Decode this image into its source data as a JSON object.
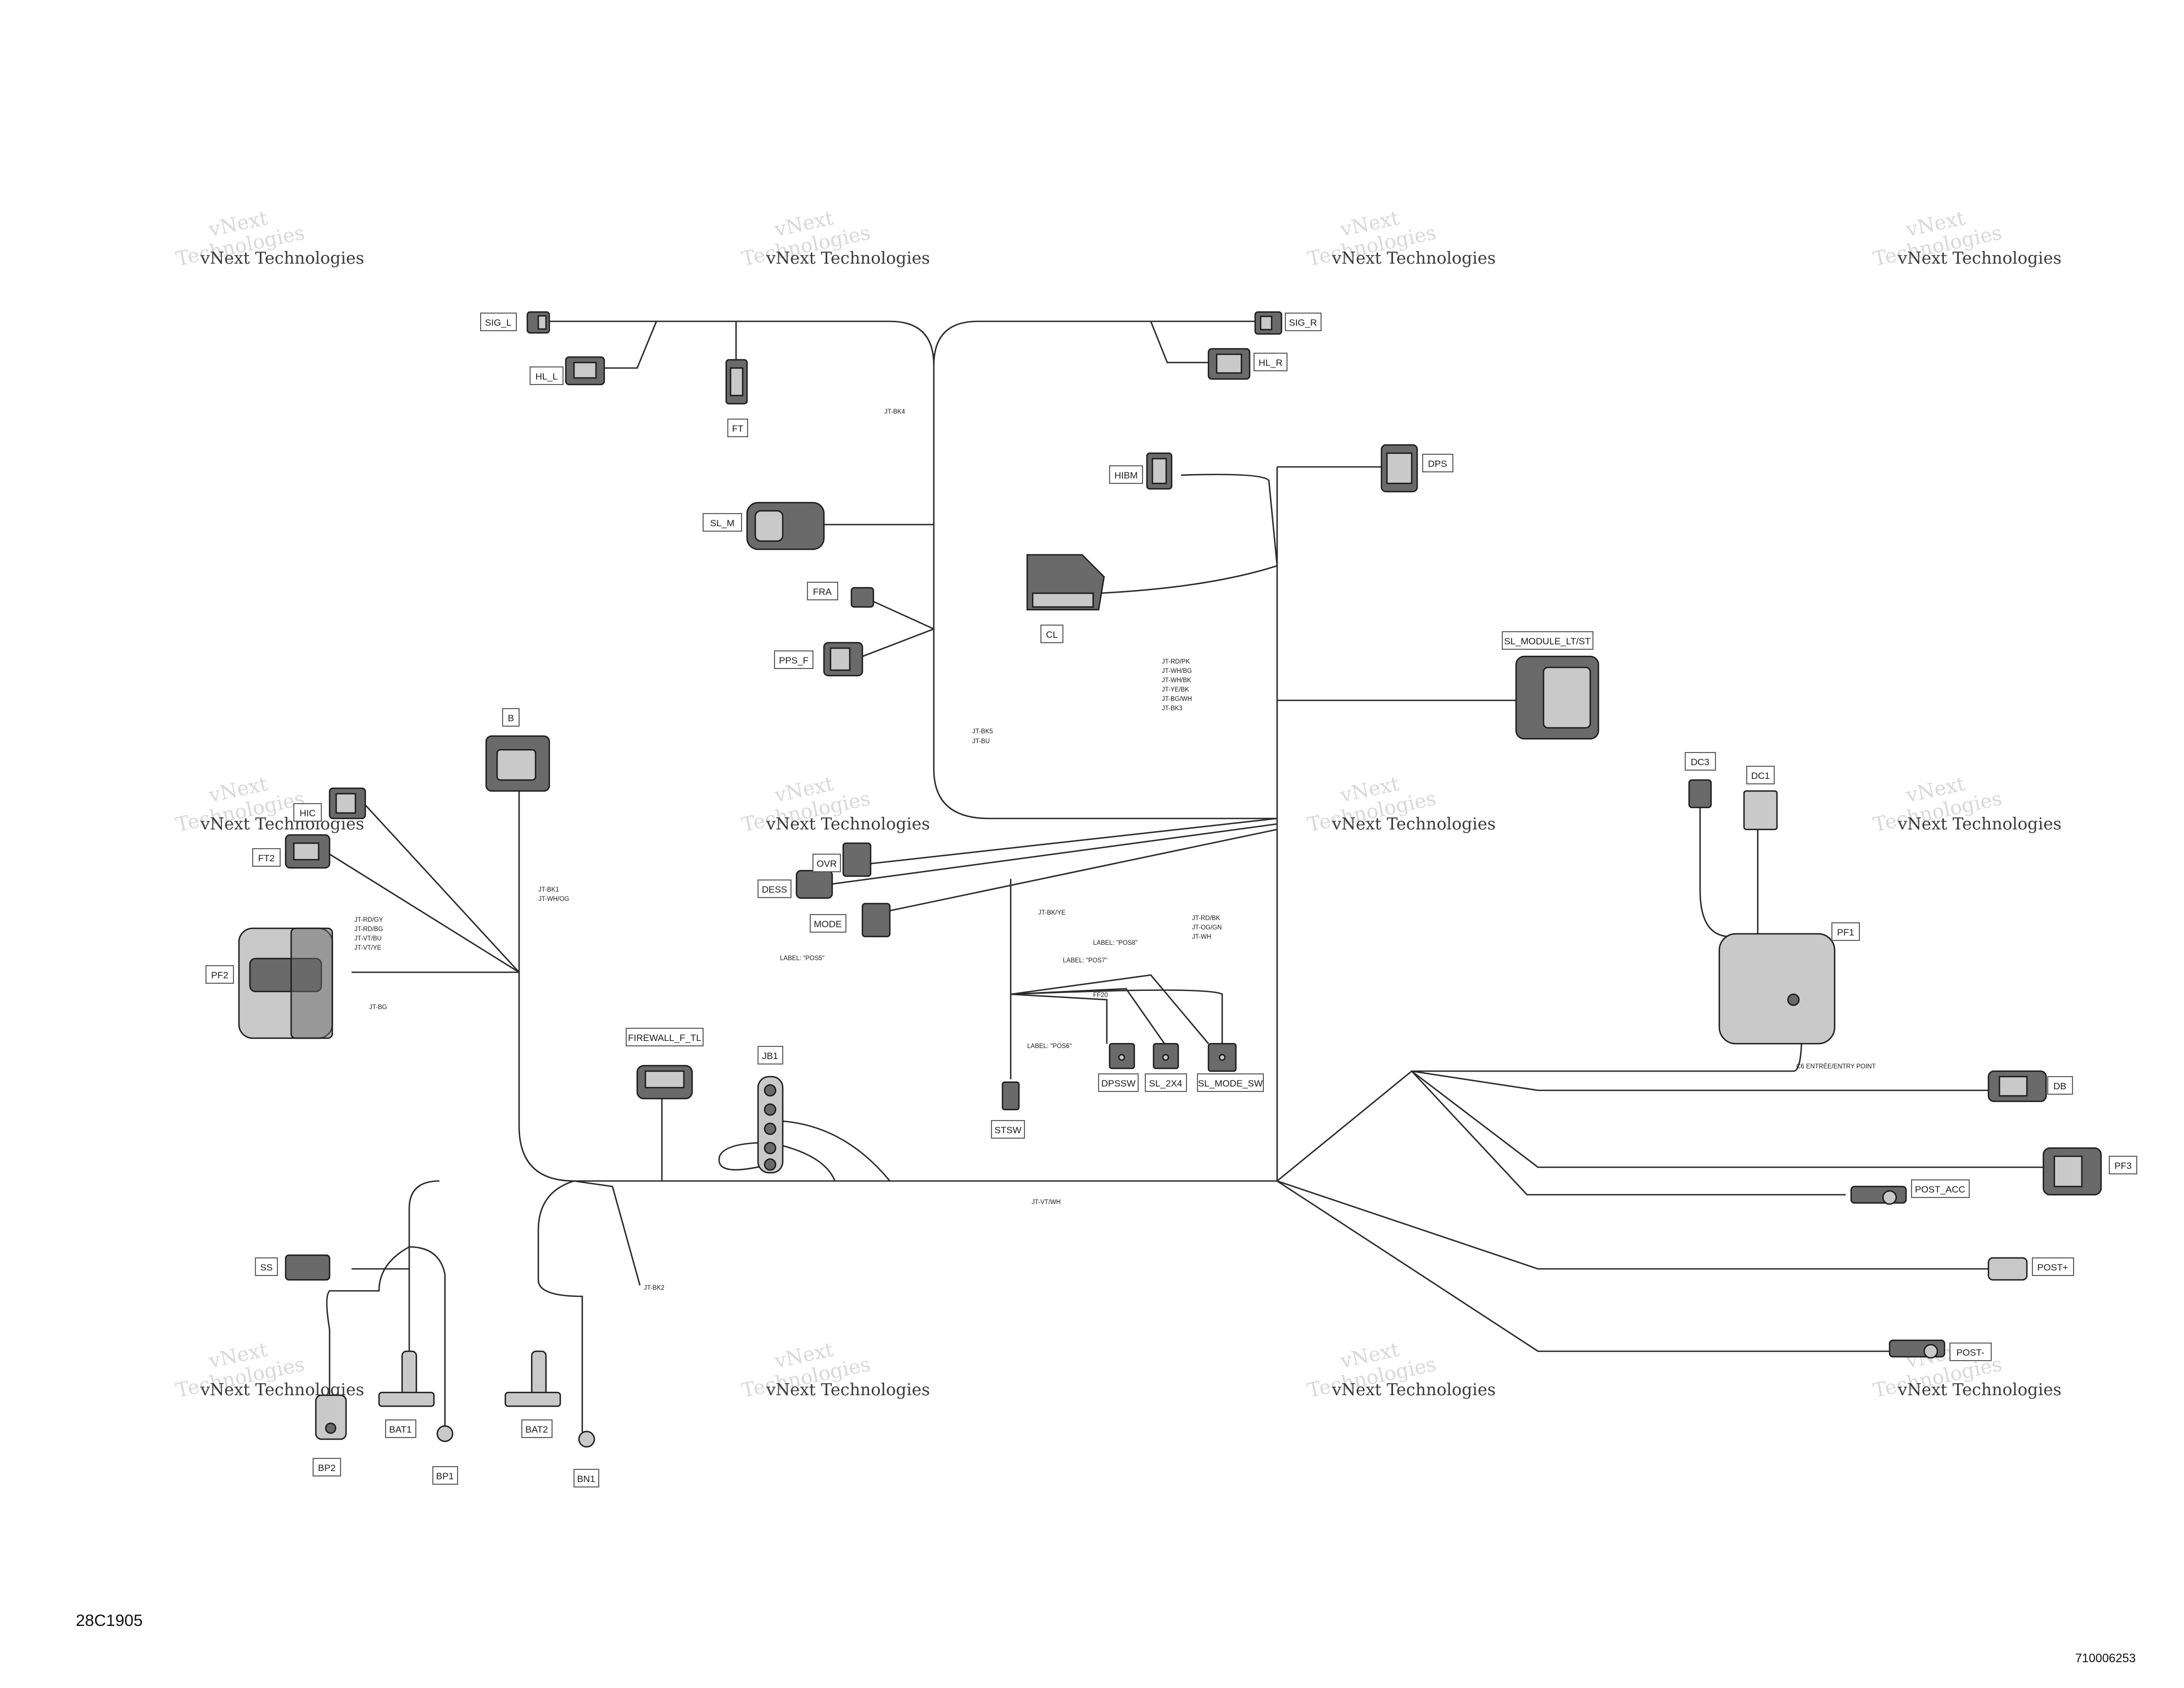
{
  "watermark": {
    "line1": "vNext",
    "line2": "Technologies",
    "full": "vNext Technologies"
  },
  "drawing_code": "28C1905",
  "part_number": "710006253",
  "connectors": {
    "sig_l": "SIG_L",
    "hl_l": "HL_L",
    "ft": "FT",
    "sig_r": "SIG_R",
    "hl_r": "HL_R",
    "hibm": "HIBM",
    "dps": "DPS",
    "sl_m": "SL_M",
    "cl": "CL",
    "fra": "FRA",
    "pps_f": "PPS_F",
    "sl_module": "SL_MODULE_LT/ST",
    "b": "B",
    "hic": "HIC",
    "ft2": "FT2",
    "pf2": "PF2",
    "dess": "DESS",
    "ovr": "OVR",
    "mode": "MODE",
    "dc3": "DC3",
    "dc1": "DC1",
    "pf1": "PF1",
    "db": "DB",
    "pf3": "PF3",
    "post_acc": "POST_ACC",
    "post_plus": "POST+",
    "post_minus": "POST-",
    "firewall": "FIREWALL_F_TL",
    "jb1": "JB1",
    "stsw": "STSW",
    "dpssw": "DPSSW",
    "sl_2x4": "SL_2X4",
    "sl_mode_sw": "SL_MODE_SW",
    "ss": "SS",
    "bp2": "BP2",
    "bat1": "BAT1",
    "bp1": "BP1",
    "bat2": "BAT2",
    "bn1": "BN1"
  },
  "notes": {
    "jt_bk4": "JT-BK4",
    "jt_bk5": "JT-BK5",
    "jt_bu": "JT-BU",
    "jt_rd_pk": "JT-RD/PK",
    "jt_wh_bg": "JT-WH/BG",
    "jt_wh_bk": "JT-WH/BK",
    "jt_ye_bk": "JT-YE/BK",
    "jt_bg_wh": "JT-BG/WH",
    "jt_bk3": "JT-BK3",
    "jt_bk1": "JT-BK1",
    "jt_wh_og": "JT-WH/OG",
    "jt_rd_gy": "JT-RD/GY",
    "jt_rd_bg": "JT-RD/BG",
    "jt_vt_bu": "JT-VT/BU",
    "jt_vt_ye": "JT-VT/YE",
    "jt_bg": "JT-BG",
    "jt_bk_ye": "JT-BK/YE",
    "jt_rd_bk": "JT-RD/BK",
    "jt_og_gn": "JT-OG/GN",
    "jt_wh": "JT-WH",
    "label_pos5": "LABEL: \"POS5\"",
    "label_pos6": "LABEL: \"POS6\"",
    "label_pos7": "LABEL: \"POS7\"",
    "label_pos8": "LABEL: \"POS8\"",
    "ff20": "FF20",
    "c6_entry": "C6 ENTRÉE/ENTRY POINT",
    "jt_vt_wh": "JT-VT/WH",
    "jt_bk2": "JT-BK2"
  }
}
